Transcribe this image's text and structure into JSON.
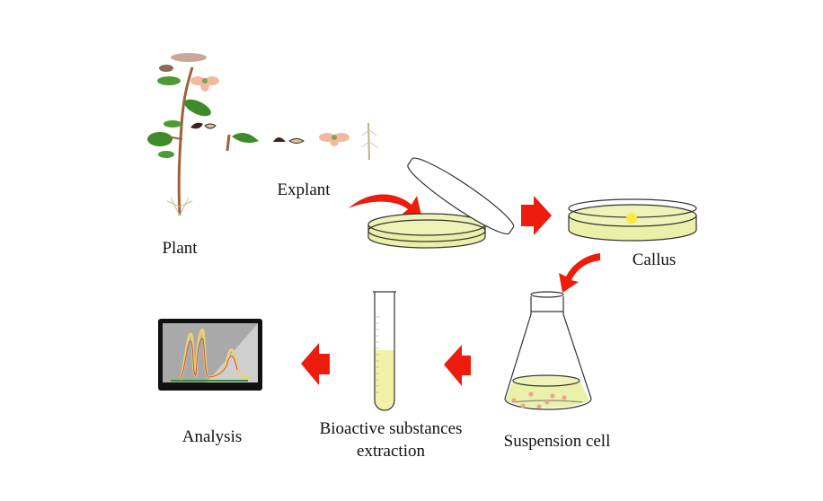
{
  "labels": {
    "plant": "Plant",
    "explant": "Explant",
    "callus": "Callus",
    "suspension_cell": "Suspension cell",
    "bioactive_line1": "Bioactive substances",
    "bioactive_line2": "extraction",
    "analysis": "Analysis"
  },
  "colors": {
    "arrow": "#ee1c0c",
    "medium": "#eaf0a8",
    "leaf": "#3f8a2a",
    "flower": "#f3b9a0"
  }
}
